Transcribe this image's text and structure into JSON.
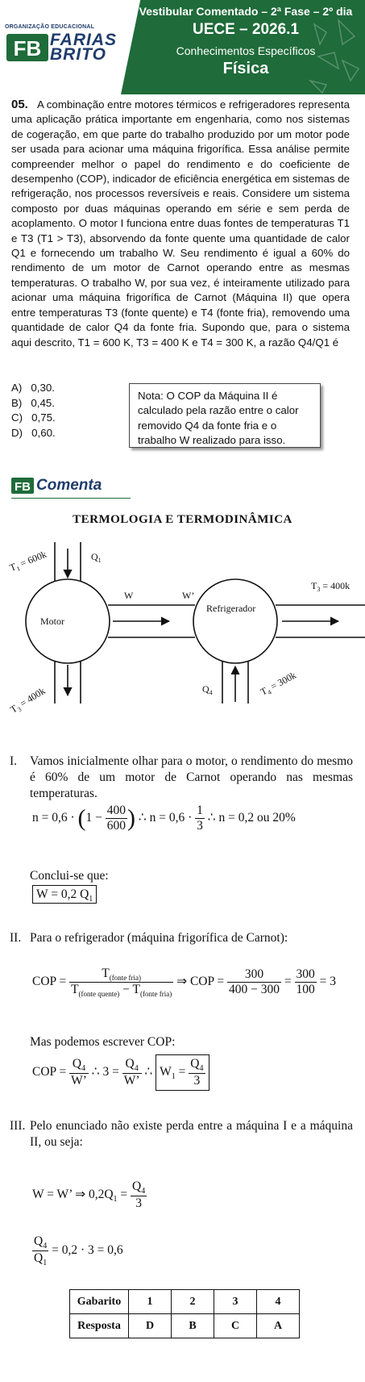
{
  "header": {
    "line1": "Vestibular Comentado – 2ª Fase – 2º dia",
    "line2": "UECE – 2026.1",
    "line3": "Conhecimentos Específicos",
    "line4": "Física",
    "org": "ORGANIZAÇÃO EDUCACIONAL",
    "logo_word1": "FARIAS",
    "logo_word2": "BRITO",
    "logo_initials": "FB"
  },
  "question": {
    "number": "05.",
    "text": "A combinação entre motores térmicos e refrigeradores representa uma aplicação prática importante em engenharia, como nos sistemas de cogeração, em que parte do trabalho produzido por um motor pode ser usada para acionar uma máquina frigorífica. Essa análise permite compreender melhor o papel do rendimento e do coeficiente de desempenho (COP), indicador de eficiência energética em sistemas de refrigeração, nos processos reversíveis e reais. Considere um sistema composto por duas máquinas operando em série e sem perda de acoplamento. O motor I funciona entre duas fontes de temperaturas T1 e T3 (T1 > T3), absorvendo da fonte quente uma quantidade de calor Q1 e fornecendo um trabalho W. Seu rendimento é igual a 60% do rendimento de um motor de Carnot operando entre as mesmas temperaturas. O trabalho W, por sua vez, é inteiramente utilizado para acionar uma máquina frigorífica de Carnot (Máquina II) que opera entre temperaturas T3 (fonte quente) e T4 (fonte fria), removendo uma quantidade de calor Q4 da fonte fria. Supondo que, para o sistema aqui descrito, T1 = 600 K, T3 = 400 K e T4 = 300 K, a razão Q4/Q1 é",
    "options": [
      {
        "letter": "A)",
        "value": "0,30."
      },
      {
        "letter": "B)",
        "value": "0,45."
      },
      {
        "letter": "C)",
        "value": "0,75."
      },
      {
        "letter": "D)",
        "value": "0,60."
      }
    ],
    "note": "Nota:  O COP da Máquina II é calculado pela razão entre o calor removido Q4 da fonte fria e o trabalho W realizado para isso."
  },
  "comenta": {
    "label": "Comenta",
    "section_title": "TERMOLOGIA E TERMODINÂMICA"
  },
  "diagram": {
    "motor": "Motor",
    "refrigerador": "Refrigerador",
    "t1": "T",
    "t1_sub": "1",
    "t1_val": " = 600k",
    "q1": "Q",
    "q1_sub": "1",
    "w": "W",
    "w_prime": "W’",
    "t3_right": "T",
    "t3_right_sub": "3",
    "t3_right_val": " = 400k",
    "t3_left": "T",
    "t3_left_sub": "3",
    "t3_left_val": " = 400k",
    "q4": "Q",
    "q4_sub": "4",
    "t4": "T",
    "t4_sub": "4",
    "t4_val": " = 300k"
  },
  "solution": {
    "i_num": "I.",
    "i_text": "Vamos inicialmente olhar para o motor, o rendimento do mesmo é 60% de um motor de Carnot operando nas mesmas temperaturas.",
    "i_eq_a": "n = 0,6 · ",
    "i_eq_paren_l": "(",
    "i_eq_b": "1 −",
    "i_eq_num": "400",
    "i_eq_den": "600",
    "i_eq_paren_r": ")",
    "i_eq_c": " ∴ n = 0,6 · ",
    "i_eq_num2": "1",
    "i_eq_den2": "3",
    "i_eq_d": " ∴ n = 0,2 ou 20%",
    "conclui": "Conclui-se que:",
    "w_box": "W = 0,2 Q",
    "w_box_sub": "1",
    "ii_num": "II.",
    "ii_text": "Para o refrigerador (máquina frigorífica de Carnot):",
    "cop_label": "COP = ",
    "cop_num": "T",
    "cop_num_sub": "(fonte fria)",
    "cop_den_a": "T",
    "cop_den_a_sub": "(fonte quente)",
    "cop_den_minus": " − T",
    "cop_den_b_sub": "(fonte fria)",
    "cop_arrow": " ⇒ COP = ",
    "cop_num2": "300",
    "cop_den2": "400 − 300",
    "cop_eq": " = ",
    "cop_num3": "300",
    "cop_den3": "100",
    "cop_res": " = 3",
    "mas": "Mas podemos escrever COP:",
    "cop2_label": "COP = ",
    "cop2_num": "Q",
    "cop2_num_sub": "4",
    "cop2_den": "W’",
    "cop2_mid": " ∴ 3 = ",
    "cop2_num_b": "Q",
    "cop2_num_b_sub": "4",
    "cop2_den_b": "W’",
    "cop2_end": " ∴ ",
    "cop2_box_a": "W",
    "cop2_box_a_sub": "1",
    "cop2_box_eq": " = ",
    "cop2_box_num": "Q",
    "cop2_box_num_sub": "4",
    "cop2_box_den": "3",
    "iii_num": "III.",
    "iii_text": "Pelo enunciado não existe perda entre a máquina I e a máquina II, ou seja:",
    "w_eq_a": "W = W’ ⇒ 0,2Q",
    "w_eq_a_sub": "1",
    "w_eq_b": " = ",
    "w_eq_num": "Q",
    "w_eq_num_sub": "4",
    "w_eq_den": "3",
    "r_num": "Q",
    "r_num_sub": "4",
    "r_den": "Q",
    "r_den_sub": "1",
    "r_res": " = 0,2 · 3 = 0,6"
  },
  "answer_table": {
    "header_label": "Gabarito",
    "answer_label": "Resposta",
    "columns": [
      "1",
      "2",
      "3",
      "4"
    ],
    "answers": [
      "D",
      "B",
      "C",
      "A"
    ]
  },
  "colors": {
    "brand_green": "#1f6b3a",
    "brand_blue": "#1f3c6b"
  }
}
